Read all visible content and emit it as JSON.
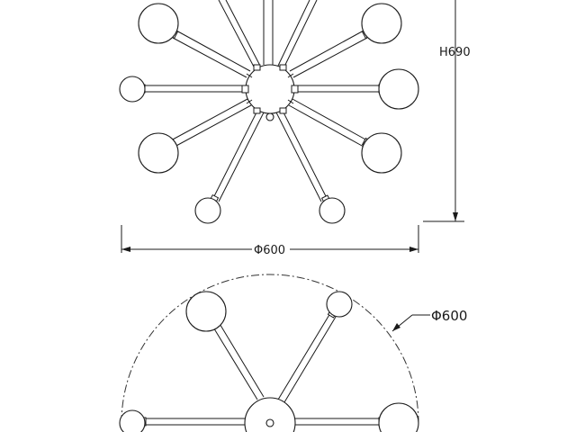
{
  "dimensions": {
    "height_label": "H690",
    "width_label": "Φ600",
    "plan_diameter_label": "Φ600"
  }
}
